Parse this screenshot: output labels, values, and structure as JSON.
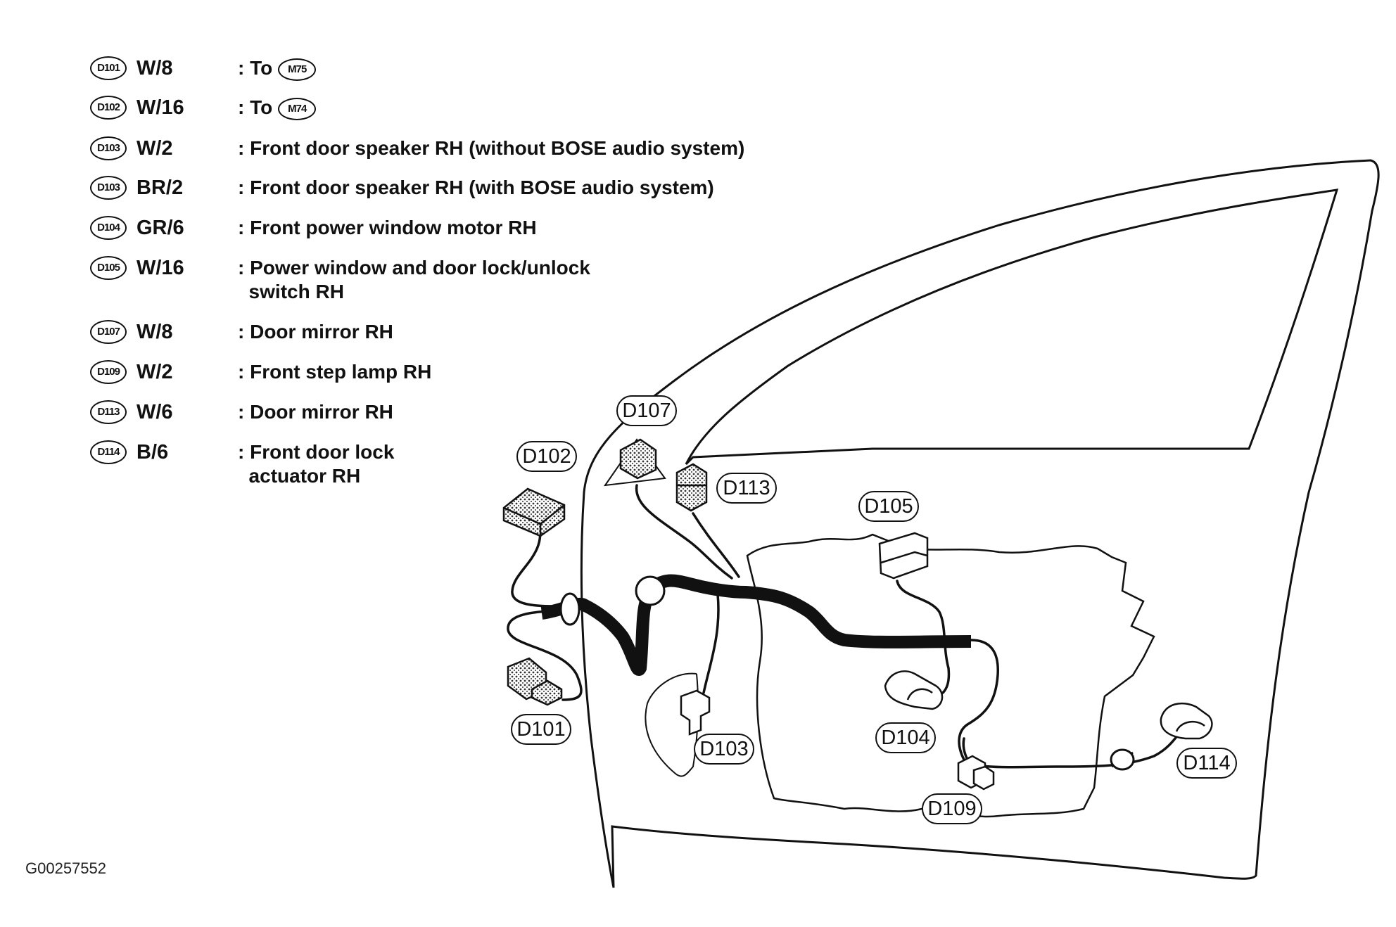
{
  "legend": [
    {
      "badge": "D101",
      "code": "W/8",
      "desc": ": To",
      "to": "M75"
    },
    {
      "badge": "D102",
      "code": "W/16",
      "desc": ": To",
      "to": "M74"
    },
    {
      "badge": "D103",
      "code": "W/2",
      "desc": ": Front door speaker RH (without BOSE audio system)"
    },
    {
      "badge": "D103",
      "code": "BR/2",
      "desc": ": Front door speaker RH (with BOSE audio system)"
    },
    {
      "badge": "D104",
      "code": "GR/6",
      "desc": ": Front power window motor RH"
    },
    {
      "badge": "D105",
      "code": "W/16",
      "desc": ": Power window and door lock/unlock\n  switch RH"
    },
    {
      "badge": "D107",
      "code": "W/8",
      "desc": ": Door mirror RH"
    },
    {
      "badge": "D109",
      "code": "W/2",
      "desc": ": Front step lamp RH"
    },
    {
      "badge": "D113",
      "code": "W/6",
      "desc": ": Door mirror RH"
    },
    {
      "badge": "D114",
      "code": "B/6",
      "desc": ": Front door lock\n  actuator RH"
    }
  ],
  "callouts": {
    "d107": "D107",
    "d102": "D102",
    "d113": "D113",
    "d105": "D105",
    "d101": "D101",
    "d103": "D103",
    "d104": "D104",
    "d109": "D109",
    "d114": "D114"
  },
  "figure_id": "G00257552"
}
